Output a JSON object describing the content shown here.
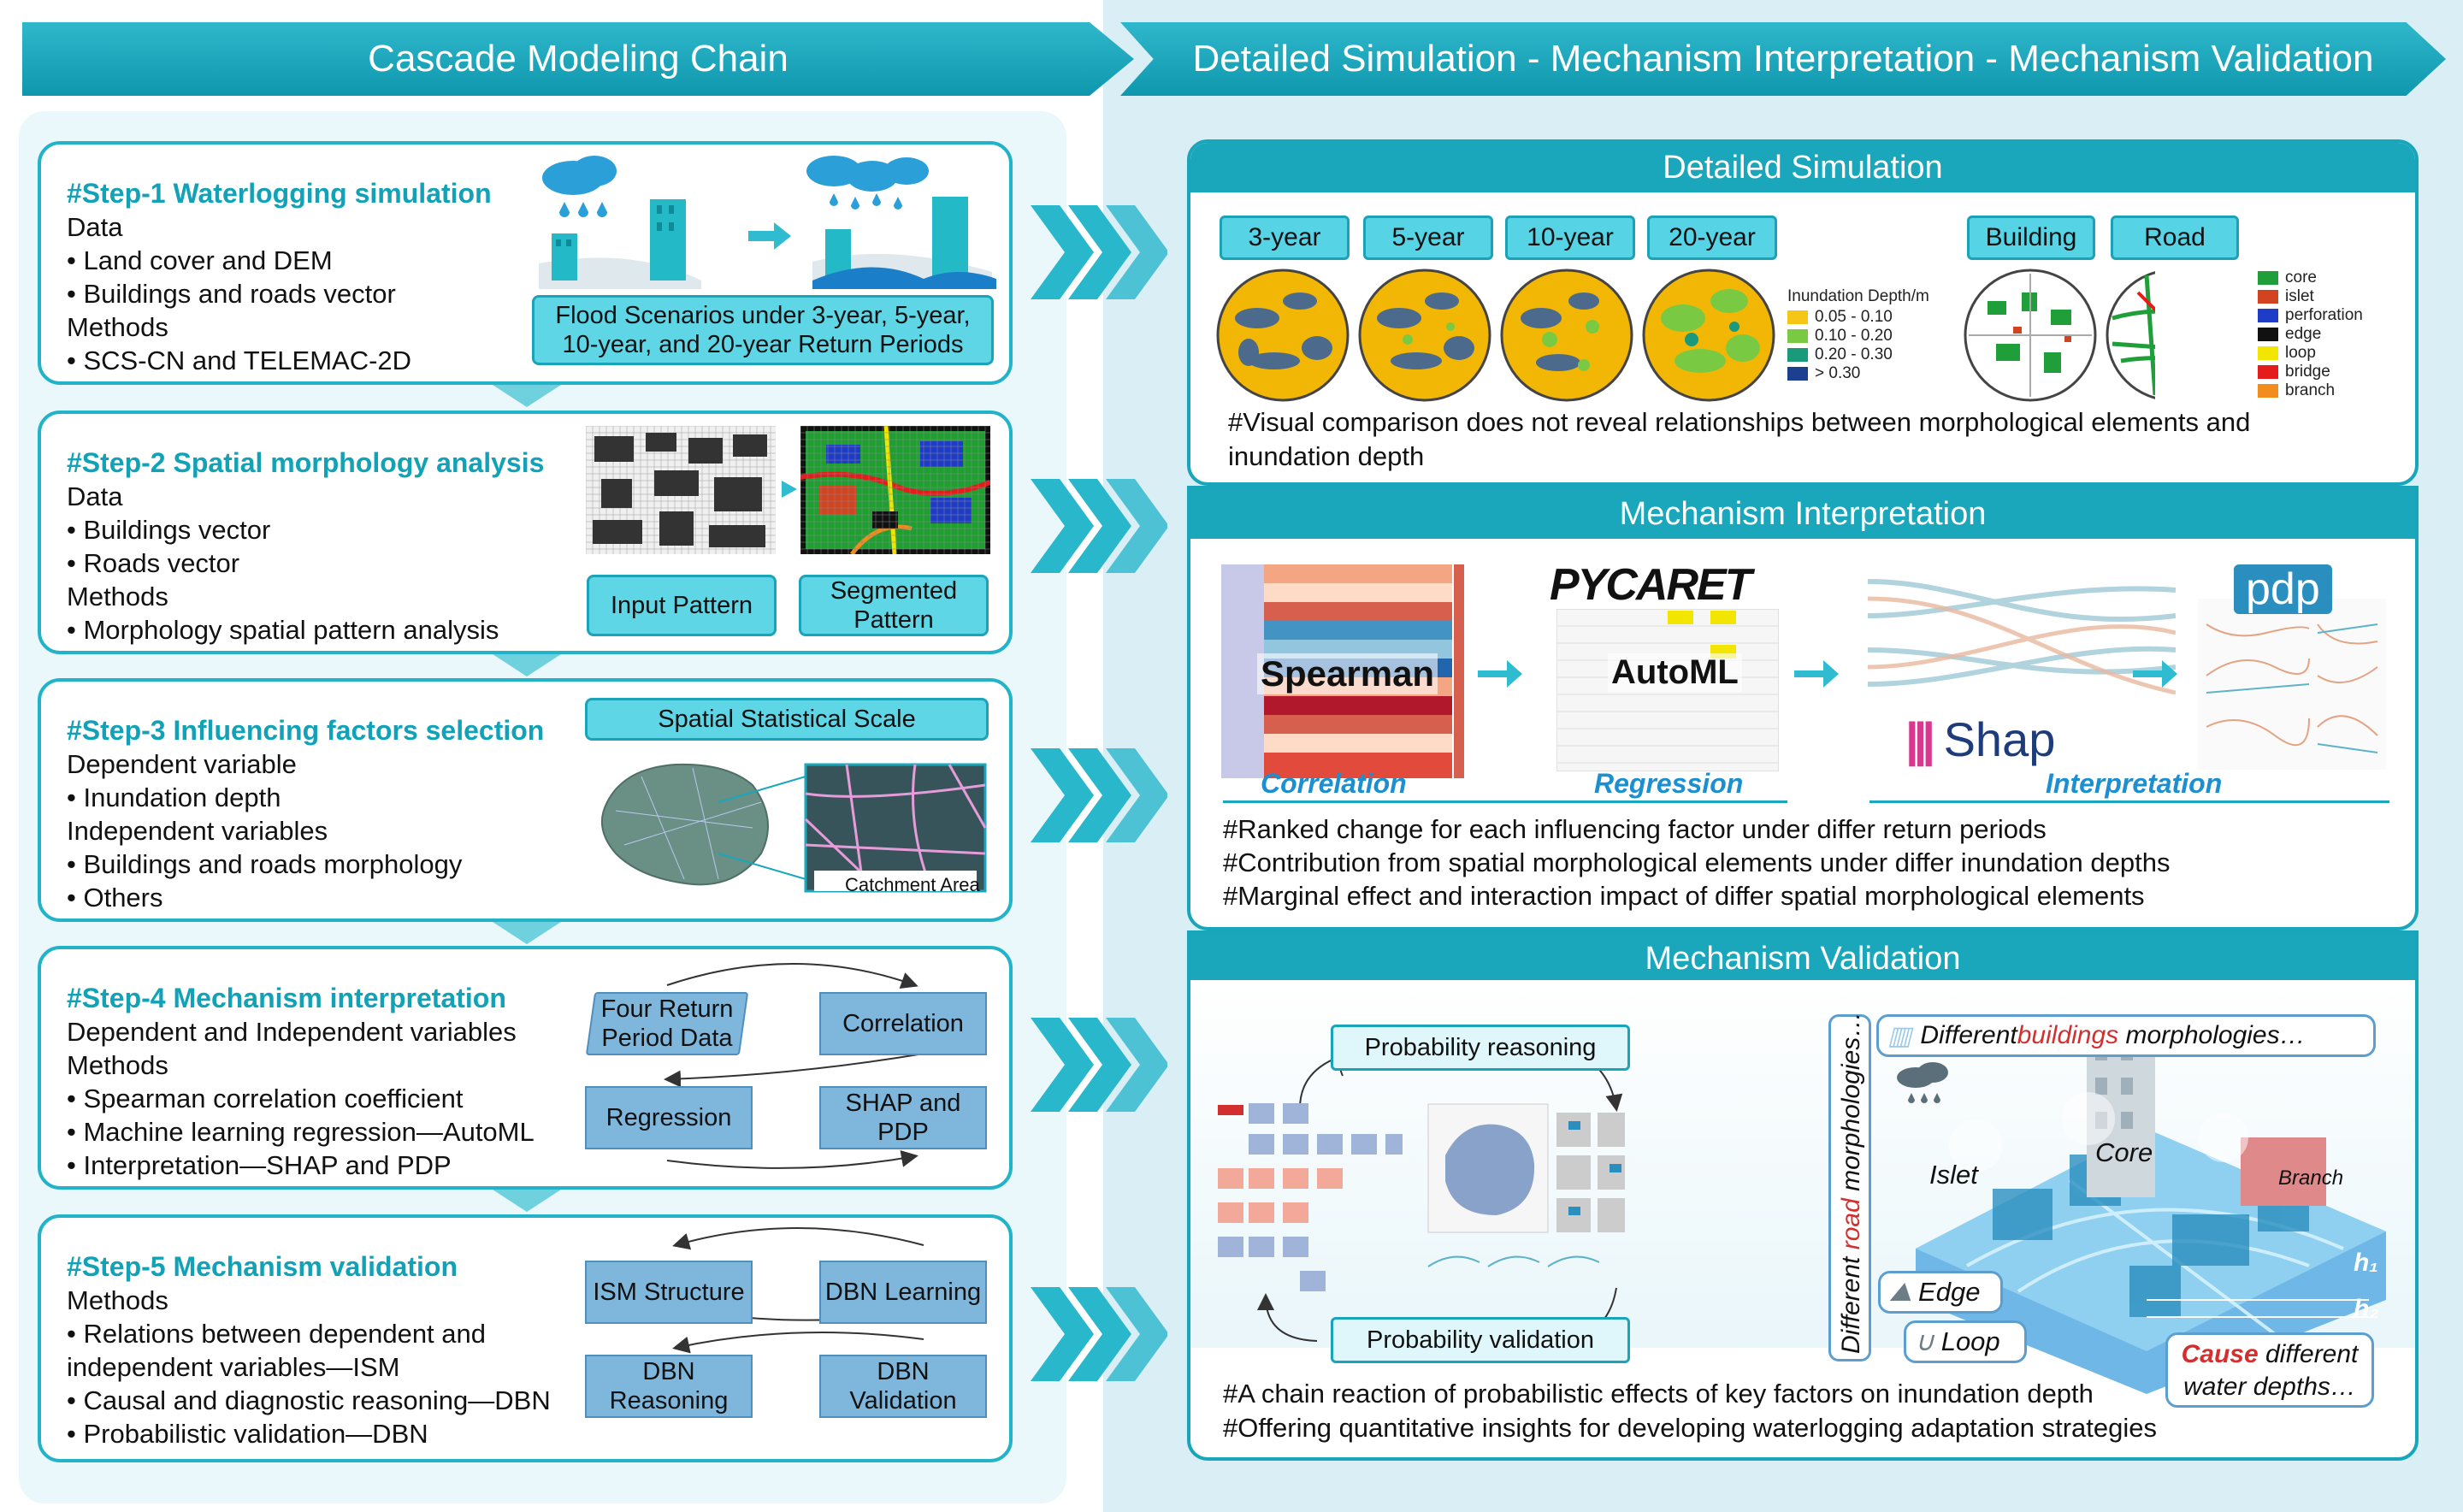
{
  "banners": {
    "left": "Cascade Modeling Chain",
    "right": "Detailed Simulation - Mechanism Interpretation - Mechanism Validation"
  },
  "steps": [
    {
      "title": "#Step-1 Waterlogging simulation",
      "lines": [
        "Data",
        "• Land cover and DEM",
        "• Buildings and roads vector",
        "Methods",
        "• SCS-CN and TELEMAC-2D"
      ],
      "boxes": [
        "Flood Scenarios under 3-year, 5-year, 10-year, and 20-year Return Periods"
      ]
    },
    {
      "title": "#Step-2 Spatial morphology analysis",
      "lines": [
        "Data",
        "• Buildings vector",
        "• Roads vector",
        "Methods",
        "• Morphology spatial pattern analysis"
      ],
      "boxes": [
        "Input Pattern",
        "Segmented Pattern"
      ]
    },
    {
      "title": "#Step-3 Influencing factors selection",
      "lines": [
        "Dependent variable",
        "• Inundation depth",
        "Independent variables",
        "• Buildings and roads morphology",
        "• Others"
      ],
      "boxes": [
        "Spatial Statistical Scale",
        "Catchment Area"
      ]
    },
    {
      "title": "#Step-4 Mechanism interpretation",
      "lines": [
        "Dependent and Independent variables",
        "Methods",
        "• Spearman correlation coefficient",
        "• Machine learning regression—AutoML",
        "• Interpretation—SHAP and PDP"
      ],
      "boxes": [
        "Four Return Period Data",
        "Correlation",
        "Regression",
        "SHAP and PDP"
      ]
    },
    {
      "title": "#Step-5 Mechanism validation",
      "lines": [
        "Methods",
        "• Relations between dependent and",
        "independent variables—ISM",
        "• Causal and diagnostic reasoning—DBN",
        "• Probabilistic validation—DBN"
      ],
      "boxes": [
        "ISM Structure",
        "DBN Learning",
        "DBN Reasoning",
        "DBN Validation"
      ]
    }
  ],
  "detailed": {
    "header": "Detailed Simulation",
    "periods": [
      "3-year",
      "5-year",
      "10-year",
      "20-year"
    ],
    "morph": [
      "Building",
      "Road"
    ],
    "depth_legend_title": "Inundation Depth/m",
    "depth_legend": [
      {
        "label": "0.05 - 0.10",
        "color": "#f5c518"
      },
      {
        "label": "0.10 - 0.20",
        "color": "#7ac943"
      },
      {
        "label": "0.20 - 0.30",
        "color": "#1a9a7a"
      },
      {
        "label": "> 0.30",
        "color": "#1c3f8f"
      }
    ],
    "morph_legend": [
      {
        "label": "core",
        "color": "#1f9e3a"
      },
      {
        "label": "islet",
        "color": "#d2431f"
      },
      {
        "label": "perforation",
        "color": "#1e3cc8"
      },
      {
        "label": "edge",
        "color": "#111111"
      },
      {
        "label": "loop",
        "color": "#f2e600"
      },
      {
        "label": "bridge",
        "color": "#e51c1c"
      },
      {
        "label": "branch",
        "color": "#f28c1c"
      }
    ],
    "note_1": "#Visual comparison does not reveal relationships between morphological elements and",
    "note_2": "inundation depth"
  },
  "interp": {
    "header": "Mechanism Interpretation",
    "labels": [
      "Spearman",
      "AutoML",
      "Shap",
      "pdp"
    ],
    "logo": "PYCARET",
    "captions": [
      "Correlation",
      "Regression",
      "Interpretation"
    ],
    "notes": [
      "#Ranked change for each influencing factor under differ return periods",
      "#Contribution from spatial morphological elements under differ inundation depths",
      "#Marginal effect and interaction impact of differ spatial morphological elements"
    ]
  },
  "valid": {
    "header": "Mechanism Validation",
    "prob_reasoning": "Probability reasoning",
    "prob_validation": "Probability validation",
    "buildings_pre": "Different ",
    "buildings_word": "buildings",
    "buildings_post": " morphologies…",
    "roads_pre": "Different ",
    "roads_word": "road",
    "roads_post": " morphologies…",
    "islet": "Islet",
    "core": "Core",
    "branch": "Branch",
    "edge": "Edge",
    "loop": "Loop",
    "h1": "h₁",
    "h2": "h₂",
    "cause_word": "Cause",
    "cause_rest": " different",
    "cause_line2": "water depths…",
    "notes": [
      "#A chain reaction of probabilistic effects of key factors on inundation depth",
      "#Offering quantitative insights for developing waterlogging adaptation strategies"
    ]
  },
  "colors": {
    "accent": "#1aa7bc",
    "button": "#56d3e5",
    "flow_box": "#7fb6dc",
    "title": "#11a2b7"
  }
}
